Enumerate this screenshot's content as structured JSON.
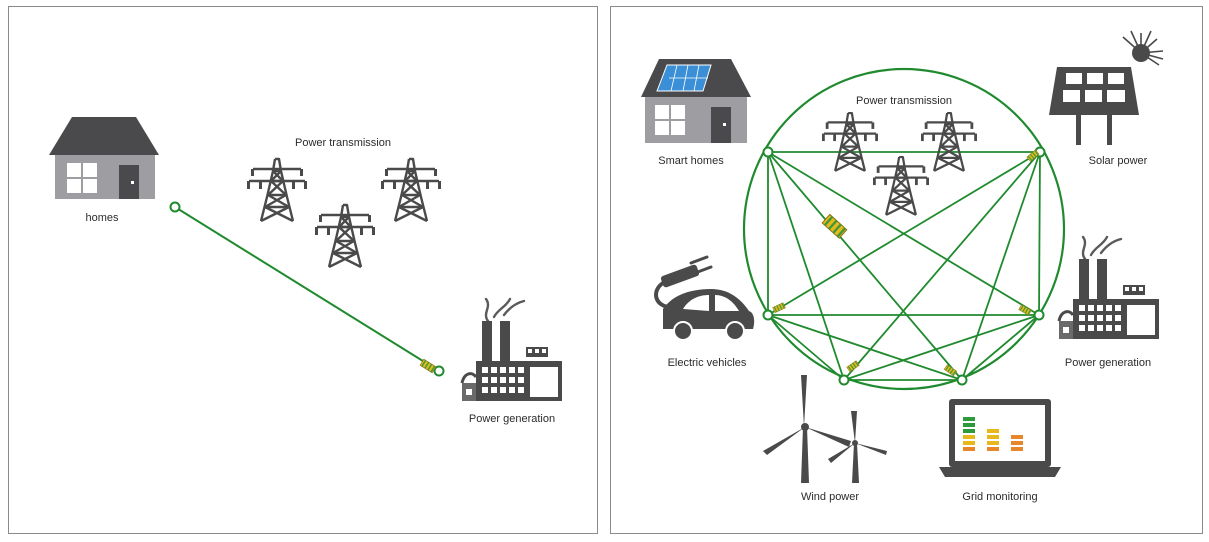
{
  "left": {
    "homes_label": "homes",
    "transmission_label": "Power transmission",
    "generation_label": "Power generation"
  },
  "right": {
    "smart_homes_label": "Smart homes",
    "transmission_label": "Power transmission",
    "solar_label": "Solar power",
    "ev_label": "Electric vehicles",
    "generation_label": "Power generation",
    "wind_label": "Wind power",
    "grid_label": "Grid monitoring"
  },
  "colors": {
    "grid_green": "#1f8a2e",
    "icon_gray": "#4a4a4a",
    "house_wall": "#9e9ea2",
    "house_roof": "#4a4a4c",
    "solar_blue": "#3a8fd6",
    "bar_green": "#2e9a3a",
    "bar_yellow": "#e6b81c",
    "bar_orange": "#e8862a"
  },
  "icons": [
    "house-icon",
    "pylon-icon",
    "factory-icon",
    "solar-panel-icon",
    "electric-car-icon",
    "wind-turbine-icon",
    "laptop-chart-icon",
    "resistor-icon"
  ]
}
